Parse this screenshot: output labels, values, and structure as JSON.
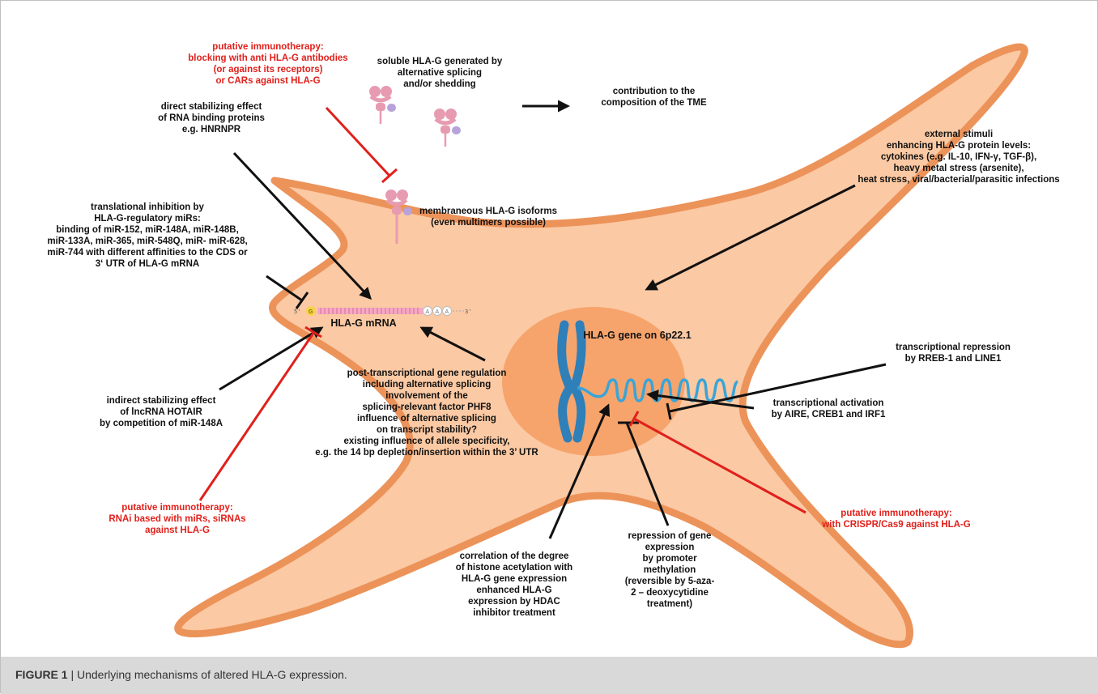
{
  "colors": {
    "cell_fill": "#fbc9a3",
    "cell_border": "#ec935a",
    "nucleus_fill": "#f6a46c",
    "chromosome": "#2f7fb9",
    "dna": "#39a4d8",
    "inhibit_red": "#e0201b",
    "arrow_black": "#111111",
    "hla_protein": "#e79bb1",
    "hla_protein_alt": "#b7a2da",
    "mrna_strand": "#f4a9c4",
    "mrna_cap": "#f5d34a"
  },
  "labels": {
    "therapy_antibodies": "putative immunotherapy:\nblocking with anti HLA-G antibodies\n(or against its receptors)\nor CARs against HLA-G",
    "soluble_hlag": "soluble HLA-G generated by\nalternative splicing\nand/or shedding",
    "tme": "contribution to the\ncomposition of the TME",
    "rbp": "direct stabilizing effect\nof RNA binding proteins\ne.g. HNRNPR",
    "external_stimuli": "external stimuli\nenhancing HLA-G protein levels:\ncytokines (e.g. IL-10, IFN-γ, TGF-β),\nheavy metal stress (arsenite),\nheat stress, viral/bacterial/parasitic infections",
    "translational_inhibition": "translational inhibition by\nHLA-G-regulatory miRs:\nbinding of miR-152, miR-148A, miR-148B,\nmiR-133A, miR-365, miR-548Q, miR- miR-628,\nmiR-744 with different affinities to the CDS or\n3‘ UTR of HLA-G mRNA",
    "membraneous": "membraneous HLA-G isoforms\n(even multimers possible)",
    "mrna": "HLA-G mRNA",
    "gene": "HLA-G gene on 6p22.1",
    "transcriptional_repression": "transcriptional repression\nby RREB-1 and LINE1",
    "transcriptional_activation": "transcriptional activation\nby AIRE, CREB1 and IRF1",
    "post_transcriptional": "post-transcriptional gene regulation\nincluding alternative splicing\ninvolvement of the\nsplicing-relevant factor PHF8\ninfluence of alternative splicing\non transcript stability?\nexisting influence of allele specificity,\ne.g. the 14 bp depletion/insertion within the 3’ UTR",
    "hotair": "indirect stabilizing effect\nof lncRNA HOTAIR\nby competition of miR-148A",
    "therapy_rnai": "putative immunotherapy:\nRNAi based with miRs, siRNAs\nagainst HLA-G",
    "therapy_crispr": "putative immunotherapy:\nwith CRISPR/Cas9 against HLA-G",
    "histone": "correlation of the degree\nof histone acetylation with\nHLA-G gene expression\nenhanced HLA-G\nexpression by HDAC\ninhibitor treatment",
    "methylation": "repression of gene\nexpression\nby promoter\nmethylation\n(reversible by 5-aza-\n2 – deoxycytidine\ntreatment)",
    "mrna_5prime": "5'",
    "mrna_cap_letter": "G",
    "mrna_polya_1": "A",
    "mrna_polya_2": "A",
    "mrna_polya_3": "A",
    "mrna_3prime": "3'"
  },
  "caption": {
    "figure_label": "FIGURE 1",
    "separator": "|",
    "text": "Underlying mechanisms of altered HLA-G expression."
  }
}
